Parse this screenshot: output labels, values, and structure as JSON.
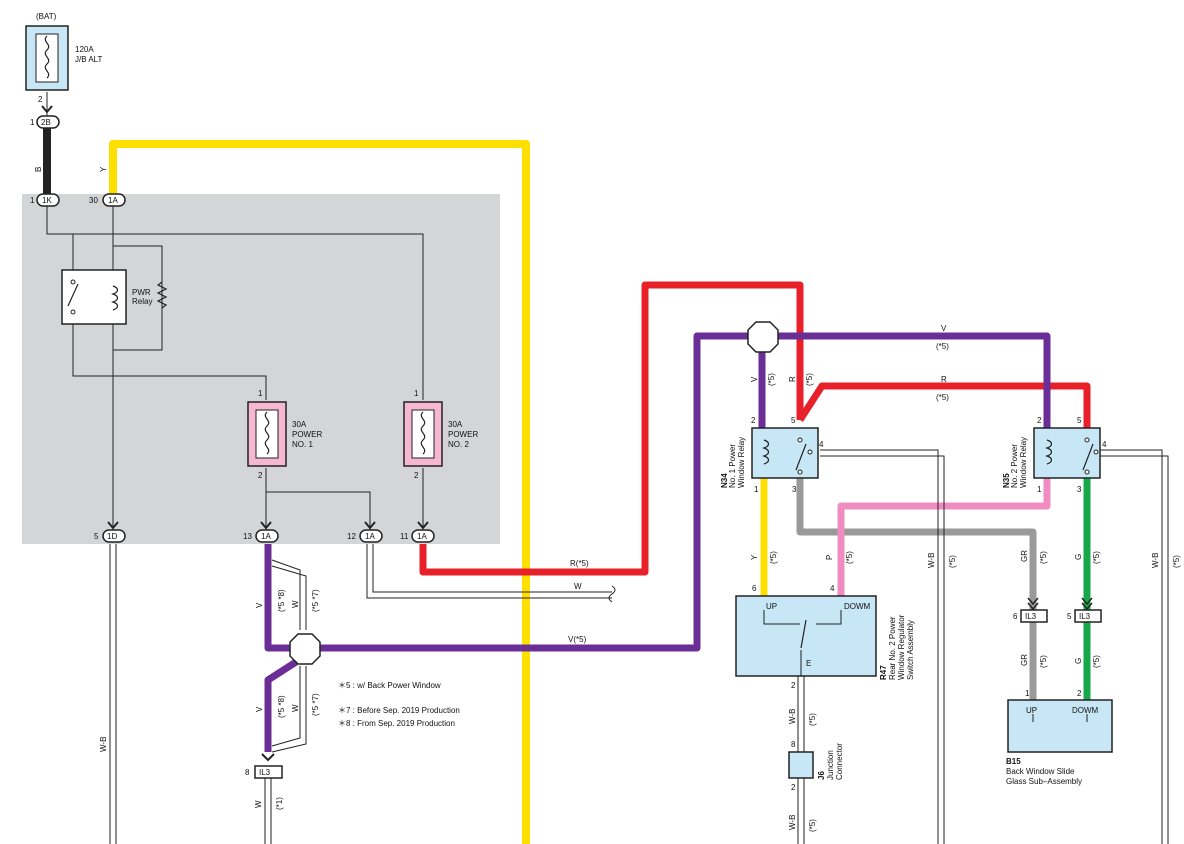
{
  "colors": {
    "yellow": "#fde000",
    "red": "#e8202a",
    "violet": "#6a2e96",
    "pink": "#f08cc0",
    "gray": "#9a9a9a",
    "green": "#18a84a",
    "black": "#222222",
    "jb_gray": "#d4d5d7",
    "fuse_pink": "#f6b8cf",
    "comp_blue": "#c7e6f6"
  },
  "battery": {
    "label": "(BAT)",
    "fuse": "120A\nJ/B ALT",
    "fuse_l1": "120A",
    "fuse_l2": "J/B ALT",
    "pin": "2"
  },
  "connectors": {
    "c2b": {
      "pin": "1",
      "name": "2B"
    },
    "c1k": {
      "pin": "1",
      "name": "1K"
    },
    "c1a_top": {
      "pin": "30",
      "name": "1A"
    },
    "c1d": {
      "pin": "5",
      "name": "1D"
    },
    "c1a_13": {
      "pin": "13",
      "name": "1A"
    },
    "c1a_12": {
      "pin": "12",
      "name": "1A"
    },
    "c1a_11": {
      "pin": "11",
      "name": "1A"
    },
    "il3_left": {
      "pin": "8",
      "name": "IL3"
    },
    "il3_gr": {
      "pin": "6",
      "name": "IL3"
    },
    "il3_g": {
      "pin": "5",
      "name": "IL3"
    }
  },
  "relay": {
    "l1": "PWR",
    "l2": "Relay"
  },
  "fuse1": {
    "l1": "30A",
    "l2": "POWER",
    "l3": "NO. 1",
    "pin_top": "1",
    "pin_bot": "2"
  },
  "fuse2": {
    "l1": "30A",
    "l2": "POWER",
    "l3": "NO. 2",
    "pin_top": "1",
    "pin_bot": "2"
  },
  "wire_labels": {
    "b": "B",
    "y_top": "Y",
    "r5": "R(*5)",
    "w": "W",
    "v5": "V(*5)",
    "v": "V",
    "w_vert": "W",
    "s58": "(*5 *8)",
    "s57": "(*5 *7)",
    "wb_left": "W-B",
    "w_bottom": "W",
    "s1": "(*1)",
    "v_top": "V",
    "v_top_s": "(*5)",
    "r_mid": "R",
    "r_mid_s": "(*5)",
    "n34_v": "V",
    "n34_v_s": "(*5)",
    "n34_r": "R",
    "n34_r_s": "(*5)",
    "y_mid": "Y",
    "y_mid_s": "(*5)",
    "p": "P",
    "p_s": "(*5)",
    "wb_n34": "W-B",
    "wb_n34_s": "(*5)",
    "gr": "GR",
    "gr_s": "(*5)",
    "g": "G",
    "g_s": "(*5)",
    "wb_right": "W-B",
    "wb_right_s": "(*5)",
    "gr2": "GR",
    "gr2_s": "(*5)",
    "g2": "G",
    "g2_s": "(*5)",
    "wb_r47": "W-B",
    "wb_r47_s": "(*5)",
    "wb_j6": "W-B",
    "wb_j6_s": "(*5)"
  },
  "notes": {
    "n5": "＊5 : w/ Back Power Window",
    "n7": "＊7 : Before Sep.  2019 Production",
    "n8": "＊8 : From Sep.  2019 Production"
  },
  "n34": {
    "code": "N34",
    "l1": "No. 1 Power",
    "l2": "Window Relay",
    "p2": "2",
    "p5": "5",
    "p4": "4",
    "p1": "1",
    "p3": "3"
  },
  "n35": {
    "code": "N35",
    "l1": "No. 2 Power",
    "l2": "Window Relay",
    "p2": "2",
    "p5": "5",
    "p4": "4",
    "p1": "1",
    "p3": "3"
  },
  "r47": {
    "code": "R47",
    "l1": "Rear No. 2 Power",
    "l2": "Window Regulator",
    "l3": "Switch Assembly",
    "up": "UP",
    "down": "DOWM",
    "e": "E",
    "p6": "6",
    "p4": "4",
    "p2": "2"
  },
  "j6": {
    "code": "J6",
    "l1": "Junction",
    "l2": "Connector",
    "p8": "8",
    "p2": "2"
  },
  "b15": {
    "code": "B15",
    "l1": "Back Window Slide",
    "l2": "Glass Sub–Assembly",
    "up": "UP",
    "down": "DOWM",
    "p1": "1",
    "p2": "2"
  }
}
